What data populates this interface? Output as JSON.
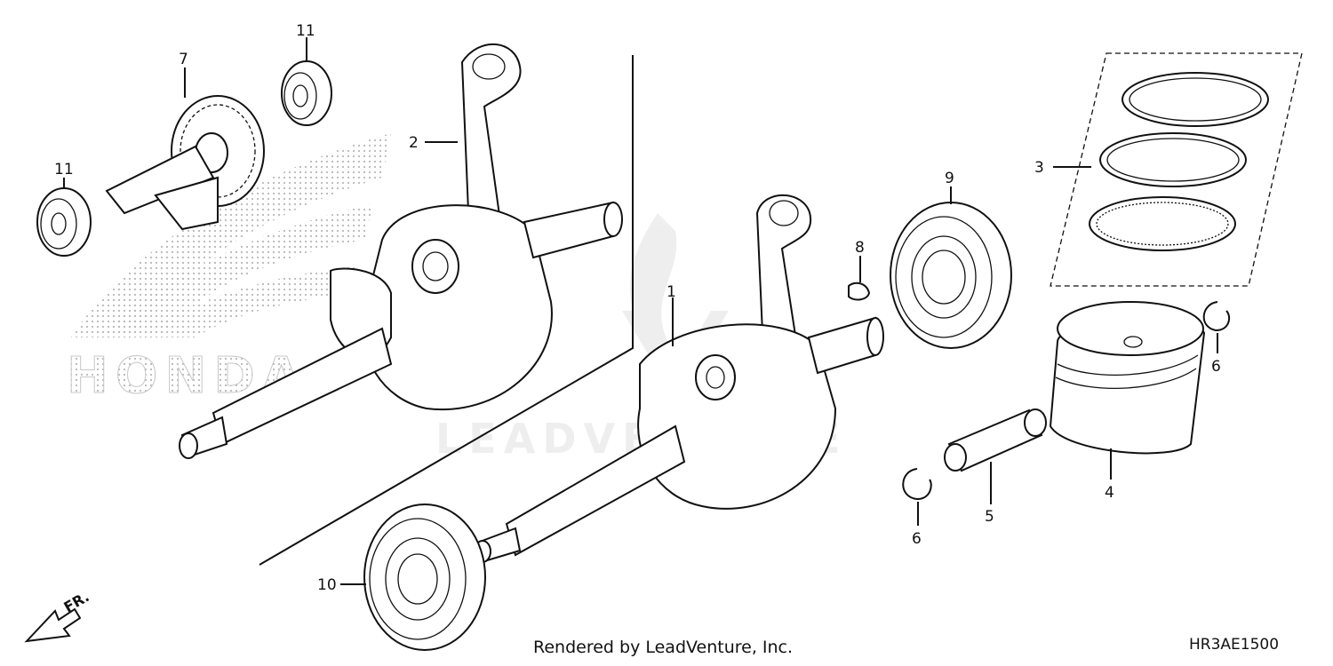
{
  "diagram": {
    "callouts": [
      {
        "id": "1",
        "label": "1"
      },
      {
        "id": "2",
        "label": "2"
      },
      {
        "id": "3",
        "label": "3"
      },
      {
        "id": "4",
        "label": "4"
      },
      {
        "id": "5",
        "label": "5"
      },
      {
        "id": "6a",
        "label": "6"
      },
      {
        "id": "6b",
        "label": "6"
      },
      {
        "id": "7",
        "label": "7"
      },
      {
        "id": "8",
        "label": "8"
      },
      {
        "id": "9",
        "label": "9"
      },
      {
        "id": "10",
        "label": "10"
      },
      {
        "id": "11a",
        "label": "11"
      },
      {
        "id": "11b",
        "label": "11"
      }
    ],
    "front_arrow_label": "FR.",
    "watermark_brand": "HONDA",
    "watermark_logo": "LEADVENTURE",
    "footer_credit": "Rendered by LeadVenture, Inc.",
    "diagram_code": "HR3AE1500"
  }
}
